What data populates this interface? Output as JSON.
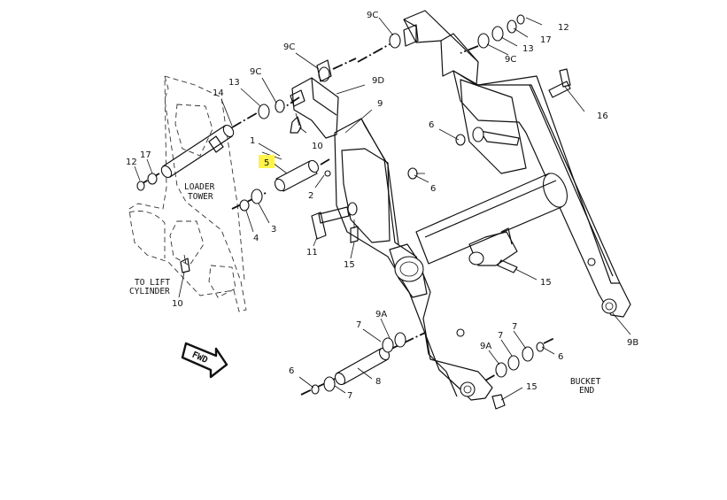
{
  "callouts": {
    "c_9c_top": "9C",
    "c_12_tr": "12",
    "c_17_tr": "17",
    "c_13_tr": "13",
    "c_9c_tr": "9C",
    "c_9c_mid": "9C",
    "c_9d": "9D",
    "c_9": "9",
    "c_9c_left": "9C",
    "c_14": "14",
    "c_13_left": "13",
    "c_16": "16",
    "c_6_mid": "6",
    "c_6_right": "6",
    "c_1": "1",
    "c_5": "5",
    "c_10_top": "10",
    "c_17_left": "17",
    "c_12_left": "12",
    "c_2": "2",
    "c_4": "4",
    "c_3": "3",
    "c_11": "11",
    "c_15_mid": "15",
    "c_15_right": "15",
    "c_10_bottom": "10",
    "c_9b": "9B",
    "c_9a_mid": "9A",
    "c_7_mid": "7",
    "c_7_right": "7",
    "c_9a_right": "9A",
    "c_7_right2": "7",
    "c_6_bottom_right": "6",
    "c_6_bottom_left": "6",
    "c_8": "8",
    "c_7_bottom": "7",
    "c_15_bottom": "15"
  },
  "labels": {
    "loader_tower_1": "LOADER",
    "loader_tower_2": "TOWER",
    "lift_cyl_1": "TO LIFT",
    "lift_cyl_2": "CYLINDER",
    "bucket_end_1": "BUCKET",
    "bucket_end_2": "END",
    "fwd": "FWD"
  },
  "highlight": {
    "callout": "5",
    "color": "#fff34a"
  }
}
